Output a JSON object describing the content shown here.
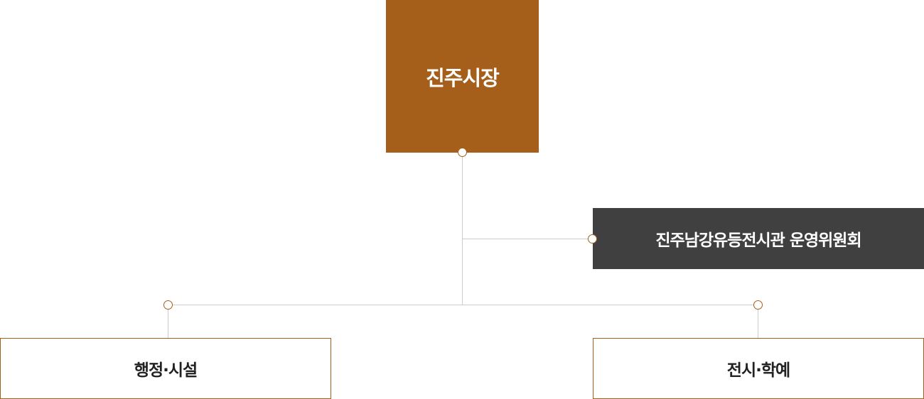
{
  "org_chart": {
    "top": {
      "label": "진주시장"
    },
    "committee": {
      "label": "진주남강유등전시관 운영위원회"
    },
    "departments": [
      {
        "label": "행정·시설"
      },
      {
        "label": "전시·학예"
      }
    ]
  },
  "colors": {
    "top_bg": "#a55f1a",
    "committee_bg": "#404040",
    "accent_border": "#a55f1a",
    "connector_line": "#cccccc",
    "text_dark": "#222222",
    "text_light": "#ffffff"
  }
}
